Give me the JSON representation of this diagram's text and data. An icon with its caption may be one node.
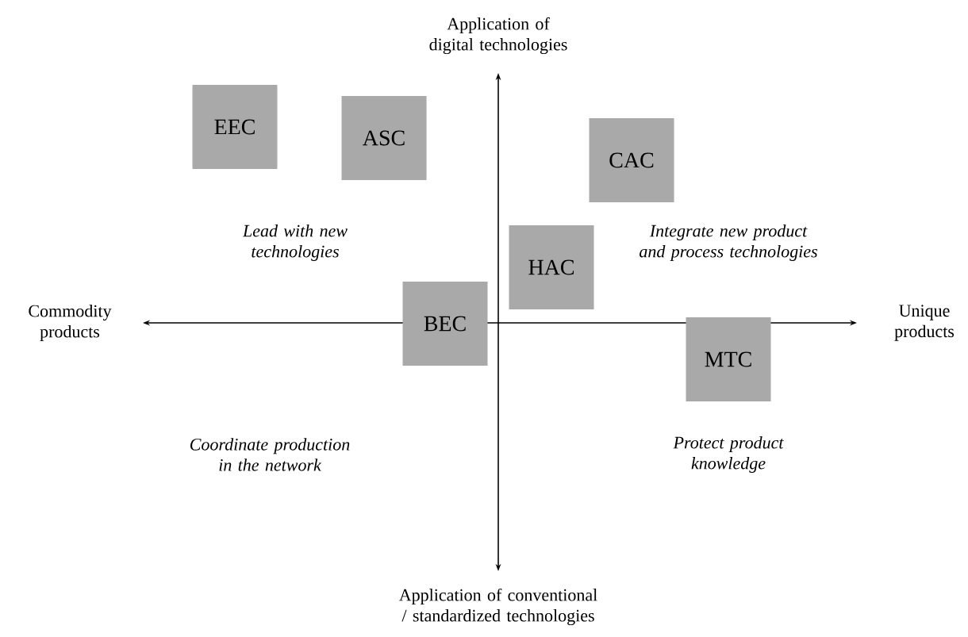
{
  "diagram": {
    "nodes": [
      {
        "text": [
          "EEC"
        ]
      },
      {
        "text": [
          "ASC"
        ]
      },
      {
        "text": [
          "CAC"
        ]
      },
      {
        "text": [
          "HAC"
        ]
      },
      {
        "text": [
          "BEC"
        ]
      },
      {
        "text": [
          "MTC"
        ]
      }
    ],
    "edges": [],
    "labels": [
      "Application of digital technologies",
      "Lead with new technologies",
      "Integrate new product and process technologies",
      "Commodity products",
      "Unique products",
      "Coordinate production in the network",
      "Protect product knowledge",
      "Application of conventional / standardized technologies"
    ]
  }
}
